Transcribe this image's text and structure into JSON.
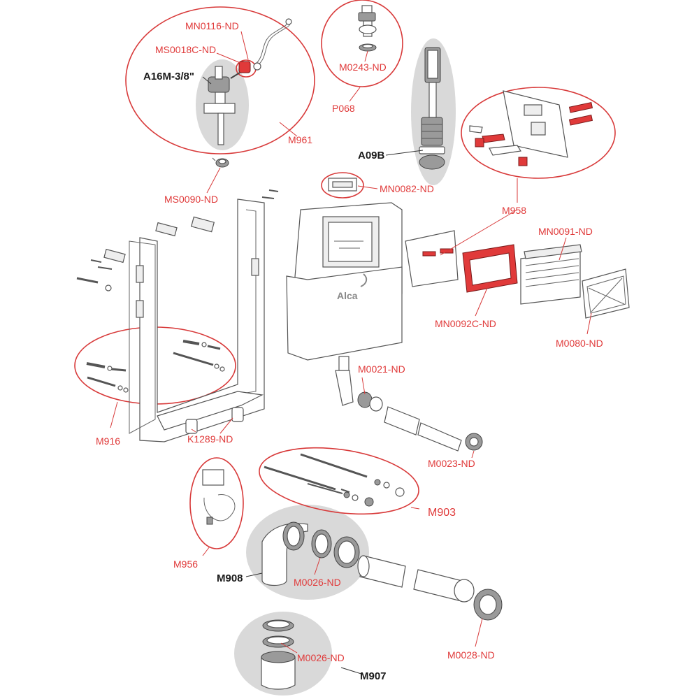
{
  "brand": "Alca",
  "labels": {
    "mn0116": "MN0116-ND",
    "ms0018c": "MS0018C-ND",
    "a16m": "A16M-3/8\"",
    "m961": "M961",
    "ms0090": "MS0090-ND",
    "m0243": "M0243-ND",
    "p068": "P068",
    "a09b": "A09B",
    "mn0082": "MN0082-ND",
    "m958": "M958",
    "mn0091": "MN0091-ND",
    "mn0092c": "MN0092C-ND",
    "m0080": "M0080-ND",
    "m0021": "M0021-ND",
    "m916": "M916",
    "k1289": "K1289-ND",
    "m0023": "M0023-ND",
    "m903": "M903",
    "m956": "M956",
    "m908": "M908",
    "m0026a": "M0026-ND",
    "m0026b": "M0026-ND",
    "m0028": "M0028-ND",
    "m907": "M907"
  },
  "colors": {
    "label_red": "#e03a3a",
    "highlight_grey": "#d9d9d9",
    "part_red": "#e03a3a"
  }
}
